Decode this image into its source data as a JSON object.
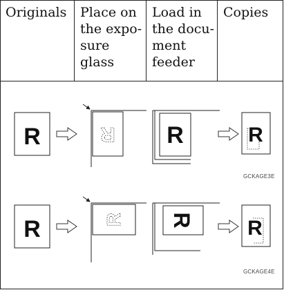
{
  "table": {
    "headers": [
      "Originals",
      "Place on\nthe expo-\nsure\nglass",
      "Load in\nthe docu-\nment\nfeeder",
      "Copies"
    ]
  },
  "figures": [
    {
      "caption": "GCKAGE3E"
    },
    {
      "caption": "GCKAGE4E"
    }
  ],
  "glyph": "R"
}
